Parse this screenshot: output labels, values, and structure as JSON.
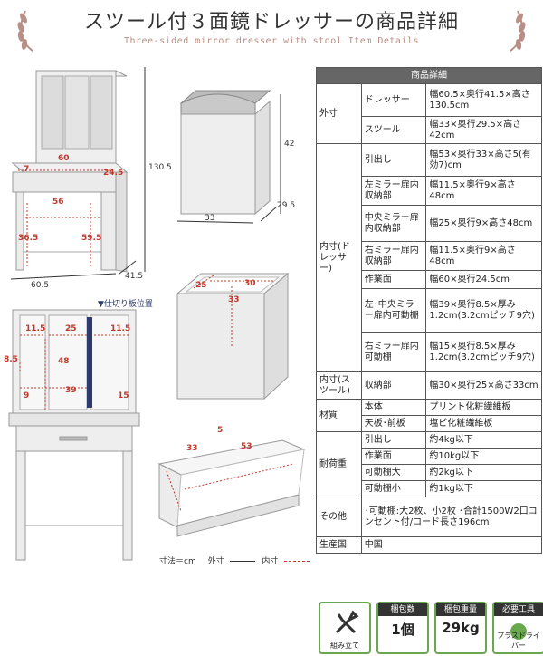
{
  "header": {
    "title": "スツール付３面鏡ドレッサーの商品詳細",
    "subtitle": "Three-sided mirror dresser with stool Item Details"
  },
  "figures": {
    "dresser_top": {
      "height": "130.5",
      "width_inner": "60",
      "side": "24.5",
      "leg_gap": "56",
      "drawer_h": "7",
      "knee_h": "36.5",
      "inner_h": "59.5",
      "width": "60.5",
      "depth": "41.5"
    },
    "stool": {
      "height": "42",
      "width": "33",
      "depth": "29.5"
    },
    "stool_box": {
      "depth": "25",
      "width": "30",
      "height": "33"
    },
    "mirror_front": {
      "note": "▼仕切り板位置",
      "left_w": "11.5",
      "center_w": "25",
      "right_w": "11.5",
      "shelf_h": "48",
      "gap": "8.5",
      "counter_w": "39",
      "bottom_l": "9",
      "bottom_r": "15"
    },
    "drawer": {
      "depth": "33",
      "height": "5",
      "width": "53"
    },
    "unit_note": "寸法＝cm",
    "outer_label": "外寸",
    "inner_label": "内寸"
  },
  "spec": {
    "header": "商品詳細",
    "rows": [
      {
        "cat": "外寸",
        "sub": "ドレッサー",
        "val": "幅60.5×奥行41.5×高さ130.5cm"
      },
      {
        "cat": "",
        "sub": "スツール",
        "val": "幅33×奥行29.5×高さ42cm"
      },
      {
        "cat": "内寸(ドレッサー)",
        "sub": "引出し",
        "val": "幅53×奥行33×高さ5(有効7)cm"
      },
      {
        "cat": "",
        "sub": "左ミラー扉内収納部",
        "val": "幅11.5×奥行9×高さ48cm"
      },
      {
        "cat": "",
        "sub": "中央ミラー扉内収納部",
        "val": "幅25×奥行9×高さ48cm"
      },
      {
        "cat": "",
        "sub": "右ミラー扉内収納部",
        "val": "幅11.5×奥行9×高さ48cm"
      },
      {
        "cat": "",
        "sub": "作業面",
        "val": "幅60×奥行24.5cm"
      },
      {
        "cat": "",
        "sub": "左･中央ミラー扉内可動棚",
        "val": "幅39×奥行8.5×厚み1.2cm(3.2cmピッチ9穴)"
      },
      {
        "cat": "",
        "sub": "右ミラー扉内可動棚",
        "val": "幅15×奥行8.5×厚み1.2cm(3.2cmピッチ9穴)"
      },
      {
        "cat": "内寸(スツール)",
        "sub": "収納部",
        "val": "幅30×奥行25×高さ33cm"
      },
      {
        "cat": "材質",
        "sub": "本体",
        "val": "プリント化粧繊維板"
      },
      {
        "cat": "",
        "sub": "天板･前板",
        "val": "塩ビ化粧繊維板"
      },
      {
        "cat": "耐荷重",
        "sub": "引出し",
        "val": "約4kg以下"
      },
      {
        "cat": "",
        "sub": "作業面",
        "val": "約10kg以下"
      },
      {
        "cat": "",
        "sub": "可動棚大",
        "val": "約2kg以下"
      },
      {
        "cat": "",
        "sub": "可動棚小",
        "val": "約1kg以下"
      },
      {
        "cat": "その他",
        "sub": "",
        "val": "･可動棚:大2枚、小2枚 ･合計1500W2口コンセント付/コード長さ196cm"
      },
      {
        "cat": "生産国",
        "sub": "",
        "val": "中国"
      }
    ]
  },
  "icons": [
    {
      "head": "",
      "value": "",
      "caption": "組み立て"
    },
    {
      "head": "梱包数",
      "value": "1個",
      "caption": ""
    },
    {
      "head": "梱包重量",
      "value": "29kg",
      "caption": ""
    },
    {
      "head": "必要工具",
      "value": "",
      "caption": "プラスドライバー"
    }
  ],
  "colors": {
    "accent": "#c0392b",
    "header_bg": "#666666",
    "icon_border": "#6aa84f",
    "laurel": "#b98f85"
  }
}
